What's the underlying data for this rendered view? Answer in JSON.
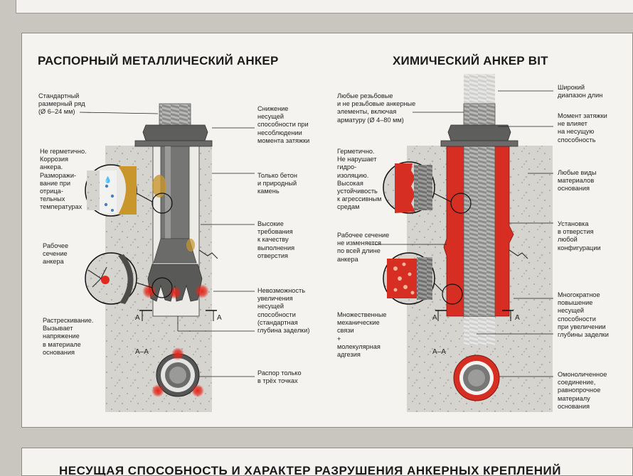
{
  "left": {
    "title": "РАСПОРНЫЙ МЕТАЛЛИЧЕСКИЙ АНКЕР",
    "labels": {
      "standard_range": "Стандартный\nразмерный ряд\n(Ø 6–24 мм)",
      "not_sealed": "Не герметично.\nКоррозия\nанкера.\nРазморажи-\nвание при\nотрица-\nтельных\nтемпературах",
      "working_section": "Рабочее\nсечение\nанкера",
      "cracking": "Растрескивание.\nВызывает\nнапряжение\nв материале\nоснования",
      "torque_loss": "Снижение\nнесущей\nспособности при\nнесоблюдении\nмомента затяжки",
      "concrete_only": "Только бетон\nи природный\nкамень",
      "high_req": "Высокие\nтребования\nк качеству\nвыполнения\nотверстия",
      "no_increase": "Невозможность\nувеличения\nнесущей\nспособности\n(стандартная\nглубина заделки)",
      "three_points": "Распор только\nв трёх точках"
    },
    "section_marks": {
      "a_left": "A",
      "a_right": "A",
      "aa": "A–A"
    }
  },
  "right": {
    "title": "ХИМИЧЕСКИЙ АНКЕР BIT",
    "labels": {
      "any_threaded": "Любые резьбовые\nи не резьбовые анкерные\nэлементы, включая\nарматуру (Ø 4–80 мм)",
      "sealed": "Герметично.\nНе нарушает\nгидро-\nизоляцию.\nВысокая\nустойчивость\nк агрессивным\nсредам",
      "working_section": "Рабочее сечение\nне изменяется\nпо всей длине\nанкера",
      "bonds": "Множественные\nмеханические\nсвязи\n+\nмолекулярная\nадгезия",
      "wide_range": "Широкий\nдиапазон длин",
      "torque_no_effect": "Момент затяжки\nне влияет\nна несущую\nспособность",
      "any_base": "Любые виды\nматериалов\nоснования",
      "any_hole": "Установка\nв отверстия\nлюбой\nконфигурации",
      "multiple_increase": "Многократное\nповышение\nнесущей\nспособности\nпри увеличении\nглубины заделки",
      "monolithic": "Омоноличенное\nсоединение,\nравнопрочное\nматериалу\nоснования"
    },
    "section_marks": {
      "a_left": "A",
      "a_right": "A",
      "aa": "A–A"
    }
  },
  "bottom": {
    "title": "НЕСУЩАЯ СПОСОБНОСТЬ И ХАРАКТЕР РАЗРУШЕНИЯ АНКЕРНЫХ КРЕПЛЕНИЙ"
  },
  "colors": {
    "resin_red": "#d62e22",
    "concrete": "#d4d2cd",
    "steel": "#7d7e7c",
    "rust": "#c9962c"
  }
}
